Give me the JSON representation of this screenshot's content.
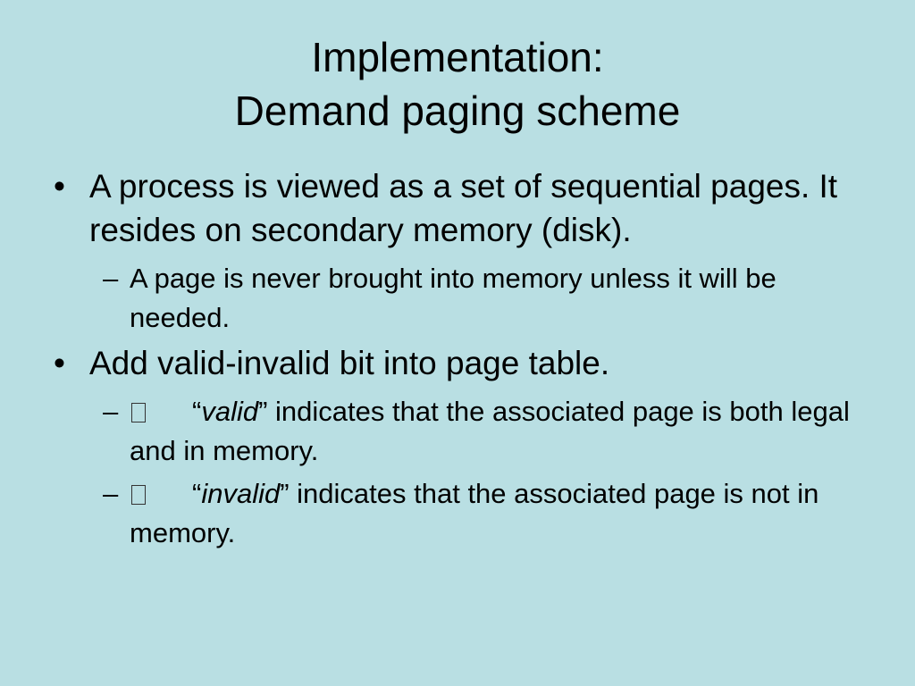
{
  "title": {
    "line1": "Implementation:",
    "line2": "Demand paging scheme"
  },
  "bullets": [
    {
      "marker": "•",
      "text": "A process is viewed as a set of sequential pages. It resides on secondary memory (disk)."
    },
    {
      "marker": "•",
      "text": "Add valid-invalid bit into page table."
    }
  ],
  "sub_bullets": {
    "never_brought": {
      "marker": "–",
      "text": "A page is never brought into memory unless it will be needed."
    },
    "valid": {
      "marker": "–",
      "open_quote": "“",
      "term": "valid",
      "rest": "” indicates that the associated page is both legal and in memory."
    },
    "invalid": {
      "marker": "–",
      "open_quote": "“",
      "term": "invalid",
      "rest": "” indicates that the associated page is not in memory."
    }
  },
  "icons": {
    "missing_glyph": "missing-glyph-box-icon"
  }
}
